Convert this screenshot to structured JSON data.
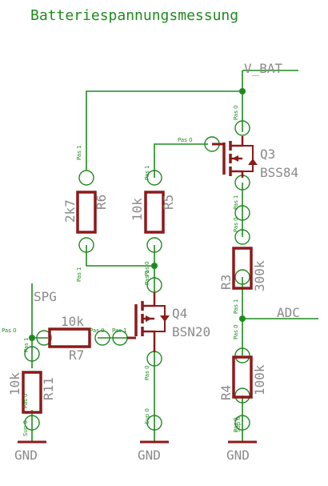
{
  "title": "Batteriespannungsmessung",
  "nets": {
    "vbat": "V_BAT",
    "adc": "ADC",
    "spg": "SPG",
    "gnd": "GND"
  },
  "parts": {
    "r6": {
      "name": "R6",
      "value": "2k7"
    },
    "r5": {
      "name": "R5",
      "value": "10k"
    },
    "r3": {
      "name": "R3",
      "value": "300k"
    },
    "r4": {
      "name": "R4",
      "value": "100k"
    },
    "r7": {
      "name": "R7",
      "value": "10k"
    },
    "r11": {
      "name": "R11",
      "value": "10k"
    },
    "q3": {
      "name": "Q3",
      "value": "BSS84"
    },
    "q4": {
      "name": "Q4",
      "value": "BSN20"
    }
  },
  "pins": {
    "pas0": "Pas 0",
    "pas1": "Pas 1",
    "sup0": "Sup 0"
  },
  "colors": {
    "wire": "#1f8a1f",
    "component": "#8c1a1a",
    "label": "#8a8a8a"
  }
}
